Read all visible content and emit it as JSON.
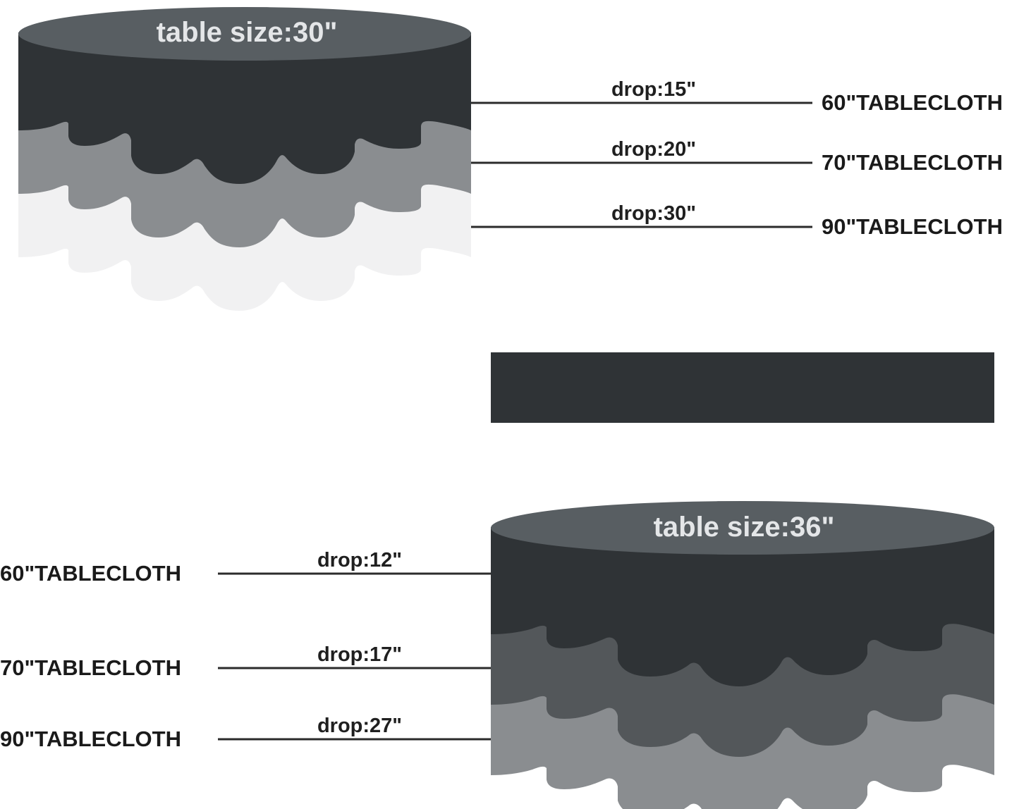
{
  "colors": {
    "table_top": "#585e62",
    "cloth_60": "#2f3336",
    "cloth_70_diagram1": "#8a8d90",
    "cloth_90_diagram1": "#f1f1f2",
    "cloth_70_diagram2": "#53575a",
    "cloth_90_diagram2": "#8a8d90",
    "leader_line": "#2b2b2b",
    "label_text": "#1a1a1a",
    "top_text": "#e4e6e8"
  },
  "diagrams": [
    {
      "table_label": "table size:30\"",
      "rows": [
        {
          "drop": "drop:15\"",
          "tablecloth": "60\"TABLECLOTH"
        },
        {
          "drop": "drop:20\"",
          "tablecloth": "70\"TABLECLOTH"
        },
        {
          "drop": "drop:30\"",
          "tablecloth": "90\"TABLECLOTH"
        }
      ]
    },
    {
      "table_label": "table size:36\"",
      "rows": [
        {
          "drop": "drop:12\"",
          "tablecloth": "60\"TABLECLOTH"
        },
        {
          "drop": "drop:17\"",
          "tablecloth": "70\"TABLECLOTH"
        },
        {
          "drop": "drop:27\"",
          "tablecloth": "90\"TABLECLOTH"
        }
      ]
    }
  ]
}
